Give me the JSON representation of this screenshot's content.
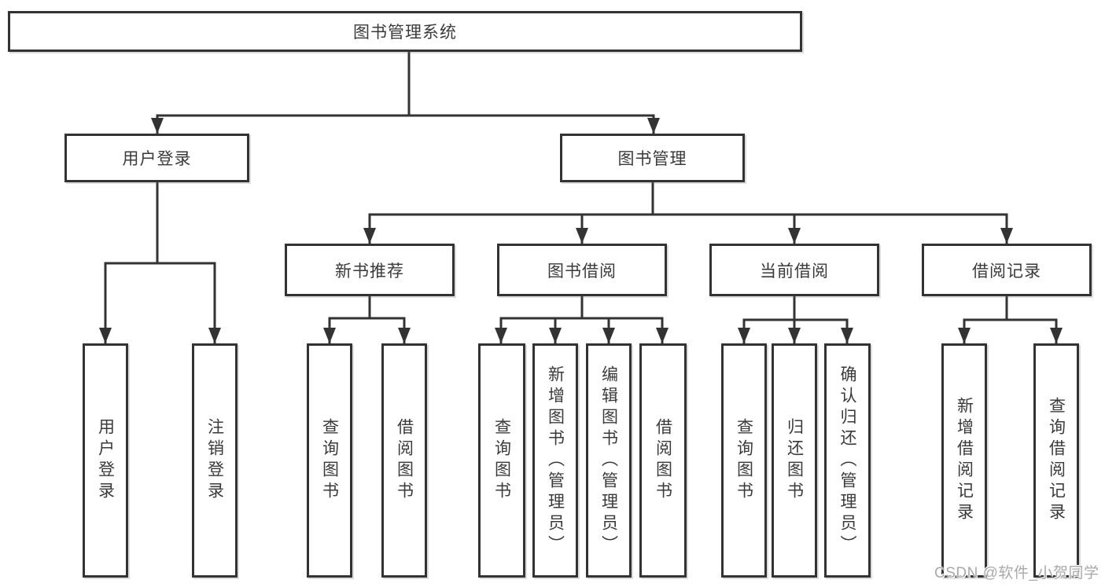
{
  "tree": {
    "root": {
      "label": "图书管理系统"
    },
    "branches": [
      {
        "label": "用户登录",
        "leaves": [
          "用户登录",
          "注销登录"
        ]
      },
      {
        "label": "图书管理",
        "groups": [
          {
            "label": "新书推荐",
            "leaves": [
              "查询图书",
              "借阅图书"
            ]
          },
          {
            "label": "图书借阅",
            "leaves": [
              "查询图书",
              "新增图书（管理员）",
              "编辑图书（管理员）",
              "借阅图书"
            ]
          },
          {
            "label": "当前借阅",
            "leaves": [
              "查询图书",
              "归还图书",
              "确认归还（管理员）"
            ]
          },
          {
            "label": "借阅记录",
            "leaves": [
              "新增借阅记录",
              "查询借阅记录"
            ]
          }
        ]
      }
    ]
  },
  "watermark": "CSDN @软件_小贺同学",
  "colors": {
    "line": "#333333",
    "box_border": "#333333",
    "text": "#3a3a3a",
    "watermark": "#a9a9a9",
    "background": "#ffffff"
  }
}
